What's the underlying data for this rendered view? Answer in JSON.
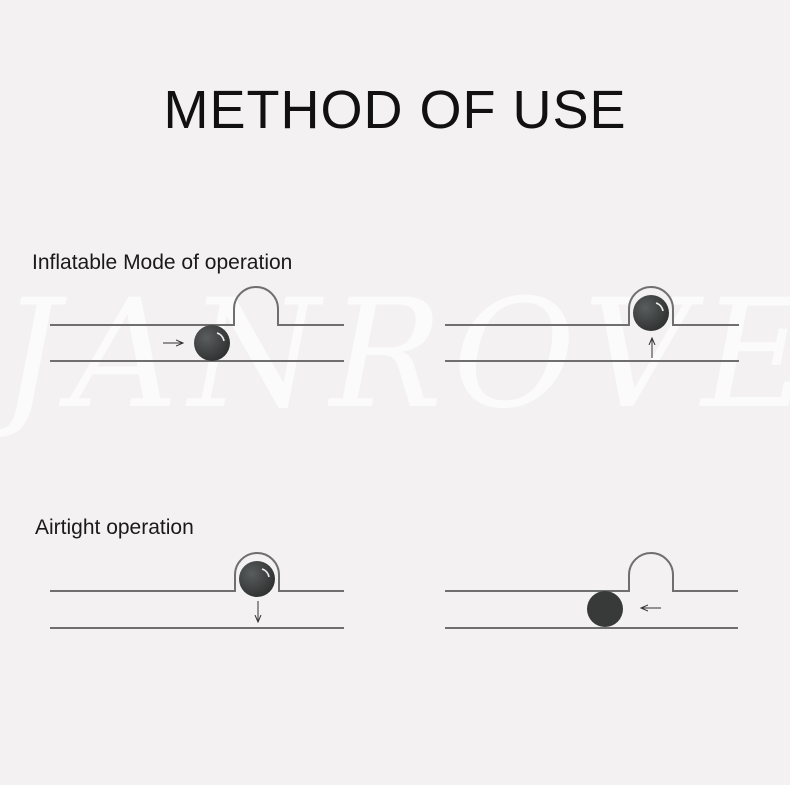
{
  "title": "METHOD OF USE",
  "watermark": "JANROVE",
  "sections": [
    {
      "label": "Inflatable Mode of operation"
    },
    {
      "label": "Airtight operation"
    }
  ],
  "colors": {
    "background": "#f3f1f1",
    "tube_line": "#6f6f6f",
    "ball": "#3a3c3c",
    "ball_highlight": "#ffffff",
    "text": "#111111"
  },
  "icons": [
    "arrow-right-icon",
    "arrow-up-icon",
    "arrow-down-icon",
    "arrow-left-icon",
    "ball-valve-icon"
  ]
}
